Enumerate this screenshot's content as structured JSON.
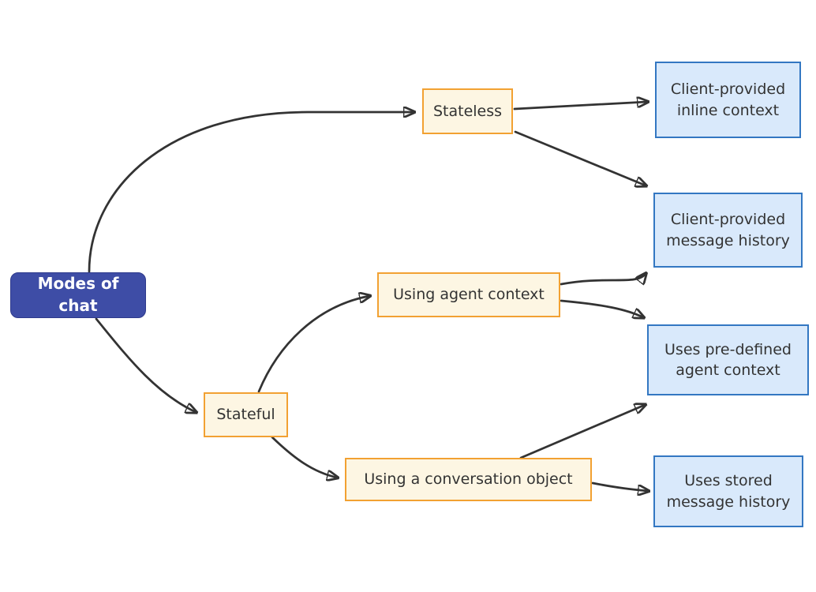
{
  "diagram": {
    "type": "flowchart",
    "direction": "left-to-right",
    "title": "Modes of chat",
    "colors": {
      "background": "#ffffff",
      "root_fill": "#3e4da6",
      "root_border": "#2e3a8c",
      "root_text": "#ffffff",
      "branch_fill": "#fdf6e3",
      "branch_border": "#f2a132",
      "leaf_fill": "#d9e9fb",
      "leaf_border": "#3377c2",
      "node_text": "#333333",
      "edge_stroke": "#333333"
    },
    "nodes": [
      {
        "id": "root",
        "kind": "root",
        "label": "Modes of chat"
      },
      {
        "id": "stateless",
        "kind": "branch",
        "label": "Stateless"
      },
      {
        "id": "stateful",
        "kind": "branch",
        "label": "Stateful"
      },
      {
        "id": "using-agent-context",
        "kind": "branch",
        "label": "Using agent context"
      },
      {
        "id": "using-conversation-object",
        "kind": "branch",
        "label": "Using a conversation object"
      },
      {
        "id": "client-inline-context",
        "kind": "leaf",
        "label": "Client-provided inline context"
      },
      {
        "id": "client-message-history",
        "kind": "leaf",
        "label": "Client-provided message history"
      },
      {
        "id": "predefined-agent-context",
        "kind": "leaf",
        "label": "Uses pre-defined agent context"
      },
      {
        "id": "stored-message-history",
        "kind": "leaf",
        "label": "Uses stored message history"
      }
    ],
    "edges": [
      {
        "from": "Modes of chat",
        "to": "Stateless"
      },
      {
        "from": "Modes of chat",
        "to": "Stateful"
      },
      {
        "from": "Stateless",
        "to": "Client-provided inline context"
      },
      {
        "from": "Stateless",
        "to": "Client-provided message history"
      },
      {
        "from": "Stateful",
        "to": "Using agent context"
      },
      {
        "from": "Stateful",
        "to": "Using a conversation object"
      },
      {
        "from": "Using agent context",
        "to": "Client-provided message history"
      },
      {
        "from": "Using agent context",
        "to": "Uses pre-defined agent context"
      },
      {
        "from": "Using a conversation object",
        "to": "Uses pre-defined agent context"
      },
      {
        "from": "Using a conversation object",
        "to": "Uses stored message history"
      }
    ]
  }
}
